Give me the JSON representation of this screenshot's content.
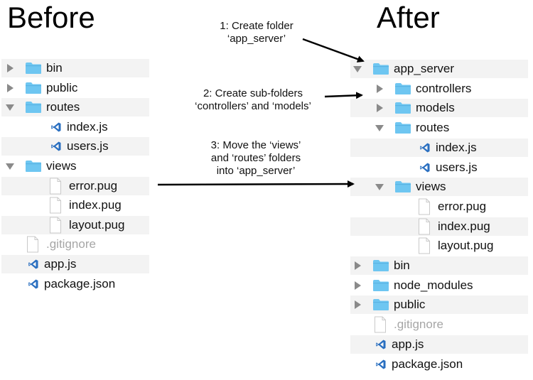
{
  "headings": {
    "before": "Before",
    "after": "After"
  },
  "before_tree": [
    {
      "name": "bin",
      "kind": "folder",
      "depth": 0,
      "state": "collapsed"
    },
    {
      "name": "public",
      "kind": "folder",
      "depth": 0,
      "state": "collapsed"
    },
    {
      "name": "routes",
      "kind": "folder",
      "depth": 0,
      "state": "expanded"
    },
    {
      "name": "index.js",
      "kind": "js",
      "depth": 1
    },
    {
      "name": "users.js",
      "kind": "js",
      "depth": 1
    },
    {
      "name": "views",
      "kind": "folder",
      "depth": 0,
      "state": "expanded"
    },
    {
      "name": "error.pug",
      "kind": "file",
      "depth": 1
    },
    {
      "name": "index.pug",
      "kind": "file",
      "depth": 1
    },
    {
      "name": "layout.pug",
      "kind": "file",
      "depth": 1
    },
    {
      "name": ".gitignore",
      "kind": "file",
      "depth": 0,
      "muted": true
    },
    {
      "name": "app.js",
      "kind": "js",
      "depth": 0
    },
    {
      "name": "package.json",
      "kind": "js",
      "depth": 0
    }
  ],
  "after_tree": [
    {
      "name": "app_server",
      "kind": "folder",
      "depth": 0,
      "state": "expanded"
    },
    {
      "name": "controllers",
      "kind": "folder",
      "depth": 1,
      "state": "collapsed"
    },
    {
      "name": "models",
      "kind": "folder",
      "depth": 1,
      "state": "collapsed"
    },
    {
      "name": "routes",
      "kind": "folder",
      "depth": 1,
      "state": "expanded"
    },
    {
      "name": "index.js",
      "kind": "js",
      "depth": 2
    },
    {
      "name": "users.js",
      "kind": "js",
      "depth": 2
    },
    {
      "name": "views",
      "kind": "folder",
      "depth": 1,
      "state": "expanded"
    },
    {
      "name": "error.pug",
      "kind": "file",
      "depth": 2
    },
    {
      "name": "index.pug",
      "kind": "file",
      "depth": 2
    },
    {
      "name": "layout.pug",
      "kind": "file",
      "depth": 2
    },
    {
      "name": "bin",
      "kind": "folder",
      "depth": 0,
      "state": "collapsed"
    },
    {
      "name": "node_modules",
      "kind": "folder",
      "depth": 0,
      "state": "collapsed"
    },
    {
      "name": "public",
      "kind": "folder",
      "depth": 0,
      "state": "collapsed"
    },
    {
      "name": ".gitignore",
      "kind": "file",
      "depth": 0,
      "muted": true
    },
    {
      "name": "app.js",
      "kind": "js",
      "depth": 0
    },
    {
      "name": "package.json",
      "kind": "js",
      "depth": 0
    }
  ],
  "annotations": {
    "step1": [
      "1: Create folder",
      "‘app_server’"
    ],
    "step2": [
      "2: Create sub-folders",
      "‘controllers’ and ‘models’"
    ],
    "step3": [
      "3: Move the ‘views’",
      "and ‘routes’ folders",
      "into ‘app_server’"
    ]
  },
  "colors": {
    "folder": "#6ec6f1",
    "folder_tab": "#5ab4e4",
    "js_icon": "#2a6fc0",
    "row_shade": "#f3f3f3",
    "muted_text": "#a6a6a6",
    "disclosure": "#8a8a8a"
  },
  "icons": {
    "folder": "folder-icon",
    "js": "vscode-js-icon",
    "file": "document-icon"
  }
}
